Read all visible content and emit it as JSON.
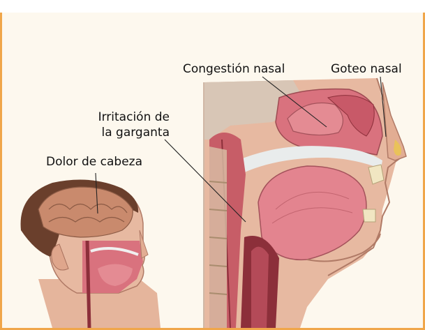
{
  "labels": {
    "congestion": "Congestión nasal",
    "goteo": "Goteo nasal",
    "irritacion_1": "Irritación de",
    "irritacion_2": "la garganta",
    "dolor": "Dolor de cabeza"
  },
  "colors": {
    "border": "#f0a64a",
    "background": "#fdf8ee",
    "skin": "#e7b9a1",
    "tissue": "#d9727e",
    "dark_tissue": "#8c2f3a",
    "brain": "#c98a6d",
    "hair": "#6a3f2c"
  }
}
